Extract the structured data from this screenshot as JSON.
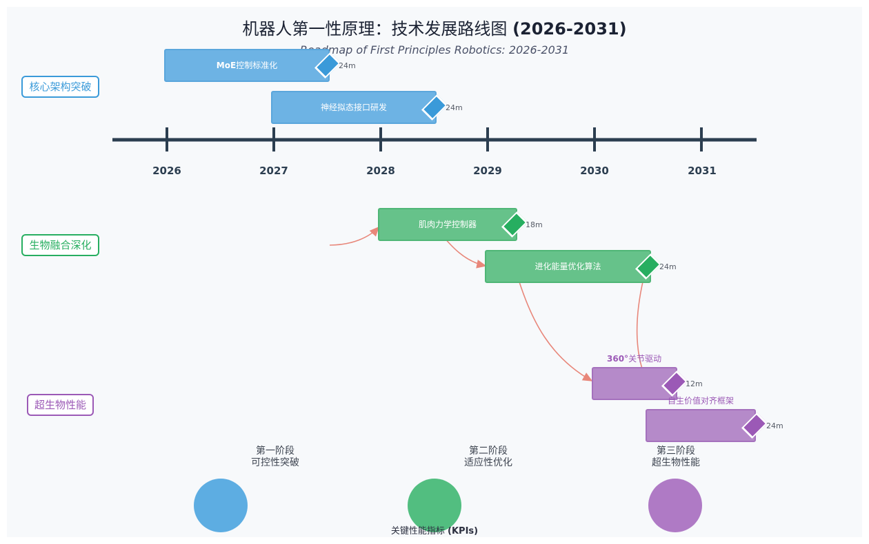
{
  "header": {
    "title_cn": "机器人第一性原理：技术发展路线图",
    "title_range": "(2026-2031)",
    "subtitle": "Roadmap of First Principles Robotics: 2026-2031"
  },
  "colors": {
    "blue": "#3a9ad9",
    "blue_bar": "#6db3e4",
    "green": "#27ae60",
    "green_bar": "#66c28a",
    "purple": "#9b59b6",
    "purple_bar": "#b58ac9",
    "axis": "#2c3e50",
    "arrow": "#e8877a"
  },
  "lanes": [
    {
      "label": "核心架构突破",
      "color": "#3a9ad9"
    },
    {
      "label": "生物融合深化",
      "color": "#27ae60"
    },
    {
      "label": "超生物性能",
      "color": "#9b59b6"
    }
  ],
  "timeline": {
    "years": [
      "2026",
      "2027",
      "2028",
      "2029",
      "2030",
      "2031"
    ]
  },
  "tasks": [
    {
      "label_bold": "MoE",
      "label": "控制标准化",
      "duration": "24m"
    },
    {
      "label_bold": "",
      "label": "神经拟态接口研发",
      "duration": "24m"
    },
    {
      "label_bold": "",
      "label": "肌肉力学控制器",
      "duration": "18m"
    },
    {
      "label_bold": "",
      "label": "进化能量优化算法",
      "duration": "24m"
    },
    {
      "label_bold": "360°",
      "label": "关节驱动",
      "duration": "12m"
    },
    {
      "label_bold": "",
      "label": "自生价值对齐框架",
      "duration": "24m"
    }
  ],
  "phases": [
    {
      "line1": "第一阶段",
      "line2": "可控性突破"
    },
    {
      "line1": "第二阶段",
      "line2": "适应性优化"
    },
    {
      "line1": "第三阶段",
      "line2": "超生物性能"
    }
  ],
  "kpi": {
    "label_cn": "关键性能指标",
    "label_en": "(KPIs)"
  }
}
